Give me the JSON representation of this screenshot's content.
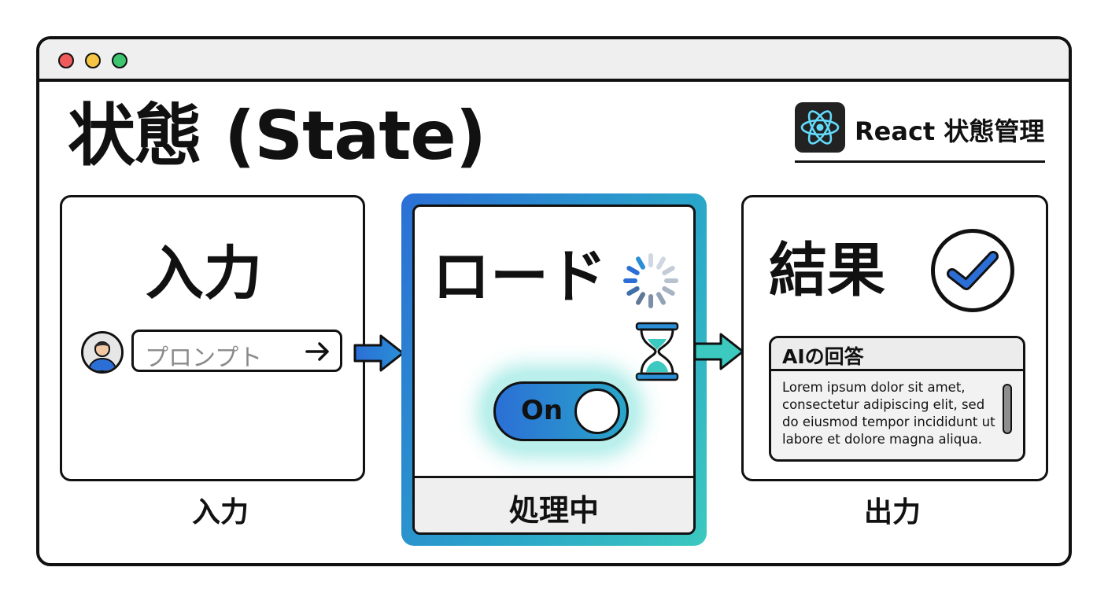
{
  "page": {
    "title": "状態 (State)",
    "brand": "React 状態管理"
  },
  "input_panel": {
    "heading": "入力",
    "prompt_placeholder": "プロンプト",
    "caption": "入力"
  },
  "load_panel": {
    "heading": "ロード",
    "toggle_label": "On",
    "footer": "処理中"
  },
  "result_panel": {
    "heading": "結果",
    "answer_title": "AIの回答",
    "answer_text": "Lorem ipsum dolor sit amet, consectetur adipiscing elit, sed do eiusmod tempor incididunt ut labore et dolore magna aliqua.",
    "caption": "出力"
  },
  "icons": {
    "window_controls": [
      "red-dot",
      "yellow-dot",
      "green-dot"
    ],
    "brand": "react-atom-icon",
    "input": [
      "user-avatar-icon",
      "arrow-right-icon"
    ],
    "load": [
      "spinner-icon",
      "hourglass-icon"
    ],
    "result": "checkmark-icon"
  },
  "colors": {
    "accent_blue": "#2b6fd6",
    "accent_teal": "#3cc9bf",
    "react_cyan": "#61dafb",
    "close": "#ef5b5b",
    "minimize": "#f6c544",
    "maximize": "#3cc46e"
  }
}
